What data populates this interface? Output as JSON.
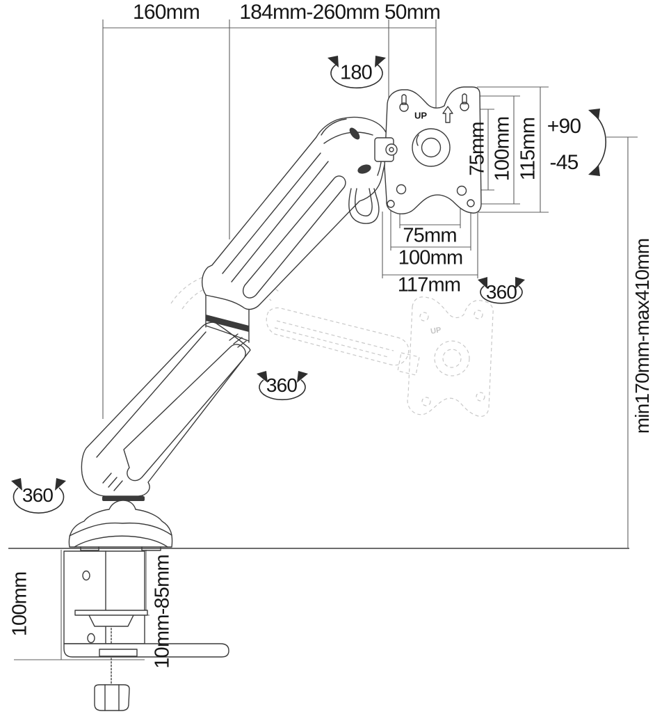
{
  "labels": {
    "top_width_left": "160mm",
    "top_width_mid": "184mm-260mm",
    "top_width_right": "50mm",
    "head_swivel": "180",
    "vesa_up": "UP",
    "vesa_v_75": "75mm",
    "vesa_v_100": "100mm",
    "vesa_v_115": "115mm",
    "tilt_up": "+90",
    "tilt_down": "-45",
    "vesa_h_75": "75mm",
    "vesa_h_100": "100mm",
    "vesa_h_117": "117mm",
    "vesa_rotate": "360",
    "arm_rotate": "360",
    "base_rotate": "360",
    "height_range": "min170mm-max410mm",
    "clamp_depth": "100mm",
    "clamp_thickness_range": "10mm-85mm"
  },
  "colors": {
    "line": "#3b3b3b",
    "dimension_line": "#5d5d5d",
    "ghost": "#c8c8c8",
    "text": "#161616",
    "background": "#ffffff"
  }
}
